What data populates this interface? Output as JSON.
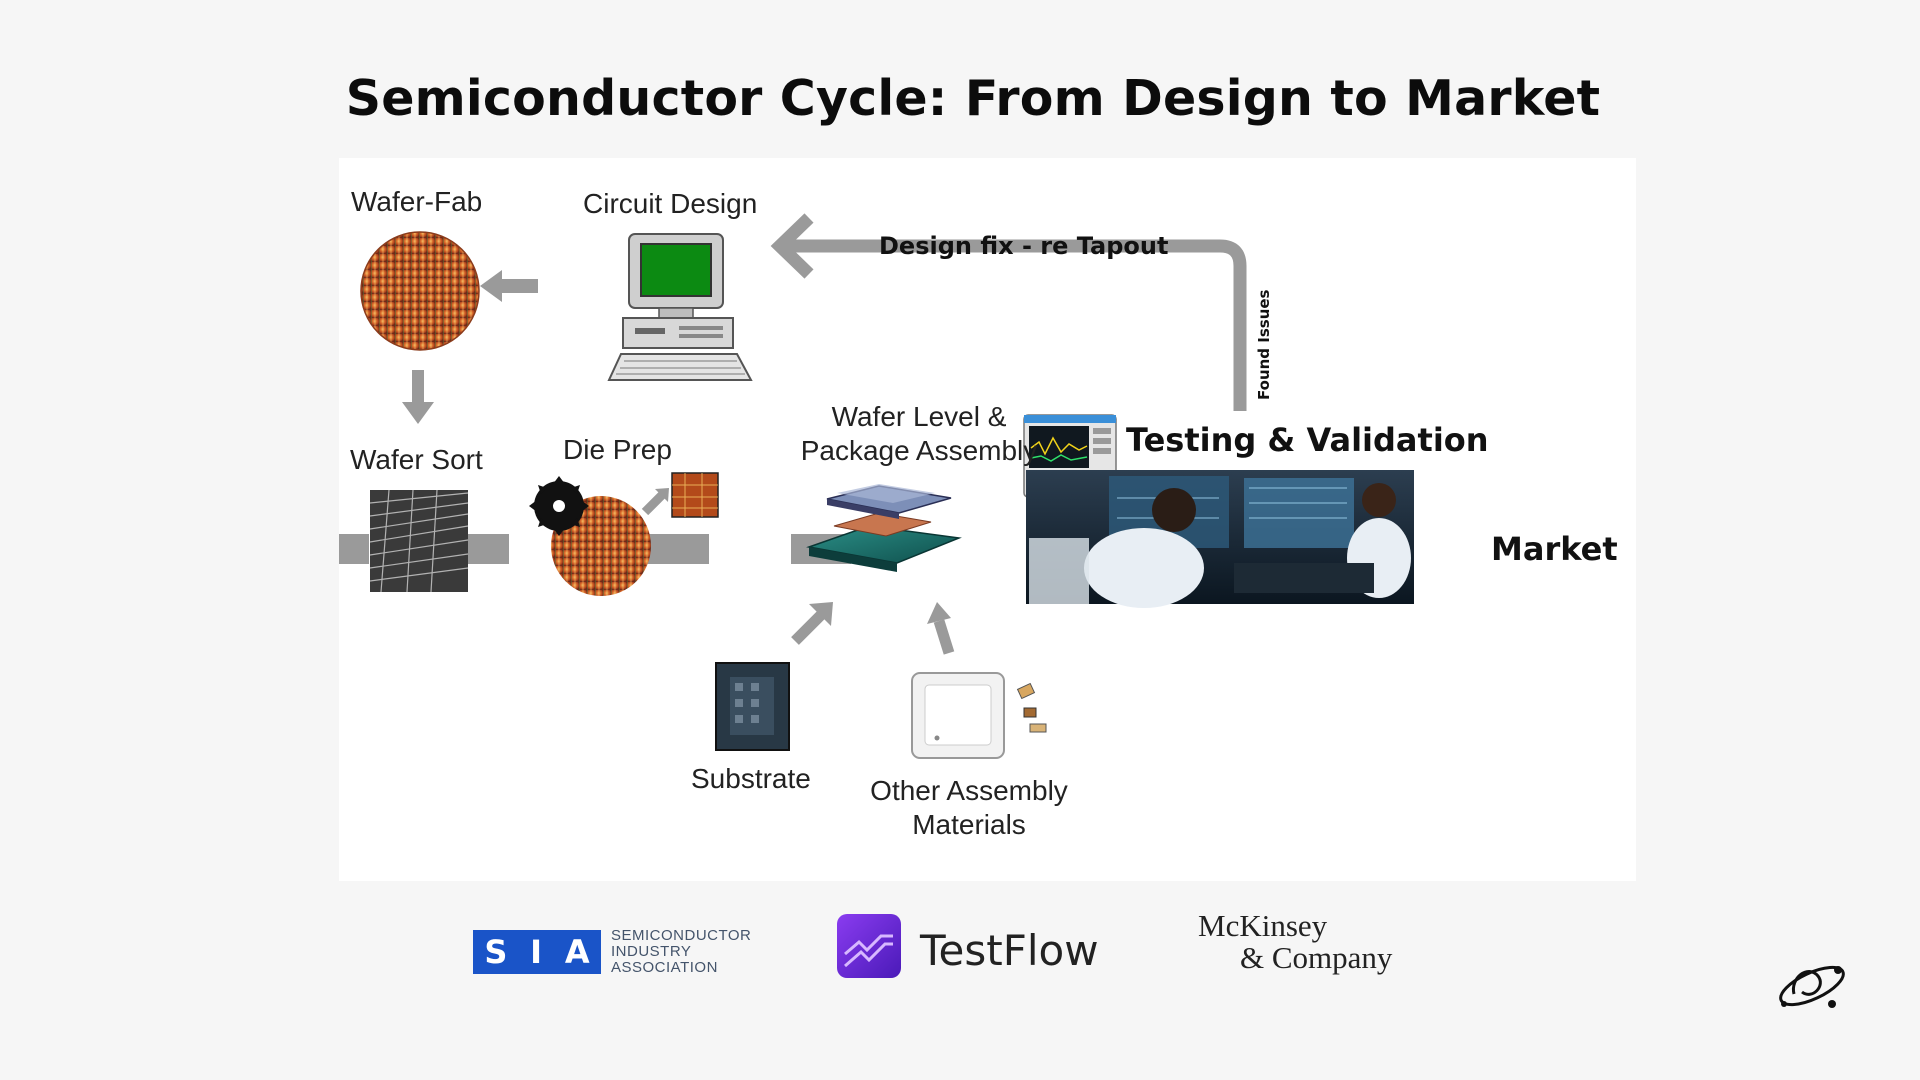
{
  "title": "Semiconductor Cycle: From Design to Market",
  "steps": {
    "wafer_fab": "Wafer-Fab",
    "circuit_design": "Circuit Design",
    "wafer_sort": "Wafer Sort",
    "die_prep": "Die Prep",
    "wafer_level_line1": "Wafer Level &",
    "wafer_level_line2": "Package Assembly",
    "testing": "Testing & Validation",
    "market": "Market",
    "substrate": "Substrate",
    "other_materials_line1": "Other Assembly",
    "other_materials_line2": "Materials"
  },
  "feedback": {
    "design_fix": "Design fix - re Tapout",
    "found_issues": "Found Issues"
  },
  "logos": {
    "sia_letters": [
      "S",
      "I",
      "A"
    ],
    "sia_line1": "SEMICONDUCTOR",
    "sia_line2": "INDUSTRY",
    "sia_line3": "ASSOCIATION",
    "testflow": "TestFlow",
    "mckinsey_line1": "McKinsey",
    "mckinsey_line2": "& Company"
  },
  "colors": {
    "sia_blue": "#1a54c8",
    "testflow_purple": "#6a2bd8",
    "arrow_gray": "#9a9a9a",
    "wafer_orange": "#d9692a"
  }
}
